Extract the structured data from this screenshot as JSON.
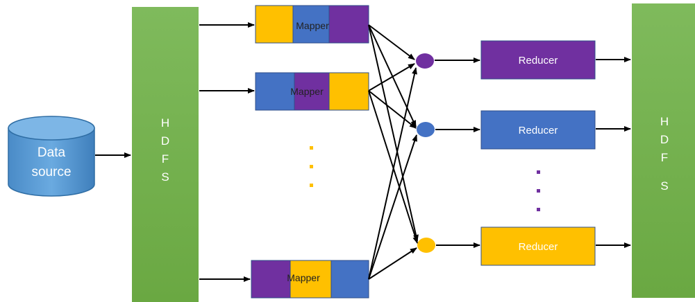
{
  "data_source": {
    "line1": "Data",
    "line2": "source"
  },
  "hdfs_left": {
    "letters": [
      "H",
      "D",
      "F",
      "S"
    ]
  },
  "hdfs_right": {
    "letters": [
      "H",
      "D",
      "F",
      "S"
    ]
  },
  "mappers": [
    {
      "label": "Mapper",
      "blocks": [
        "#ffc000",
        "#4472c4",
        "#7030a0"
      ]
    },
    {
      "label": "Mapper",
      "blocks": [
        "#4472c4",
        "#7030a0",
        "#ffc000"
      ]
    },
    {
      "label": "Mapper",
      "blocks": [
        "#7030a0",
        "#ffc000",
        "#4472c4"
      ]
    }
  ],
  "reducers": [
    {
      "label": "Reducer",
      "color": "#7030a0"
    },
    {
      "label": "Reducer",
      "color": "#4472c4"
    },
    {
      "label": "Reducer",
      "color": "#ffc000"
    }
  ],
  "colors": {
    "hdfs_green": "#70ad47",
    "cylinder_blue": "#5b9bd5",
    "purple": "#7030a0",
    "blue": "#4472c4",
    "yellow": "#ffc000",
    "arrow": "#000000"
  }
}
